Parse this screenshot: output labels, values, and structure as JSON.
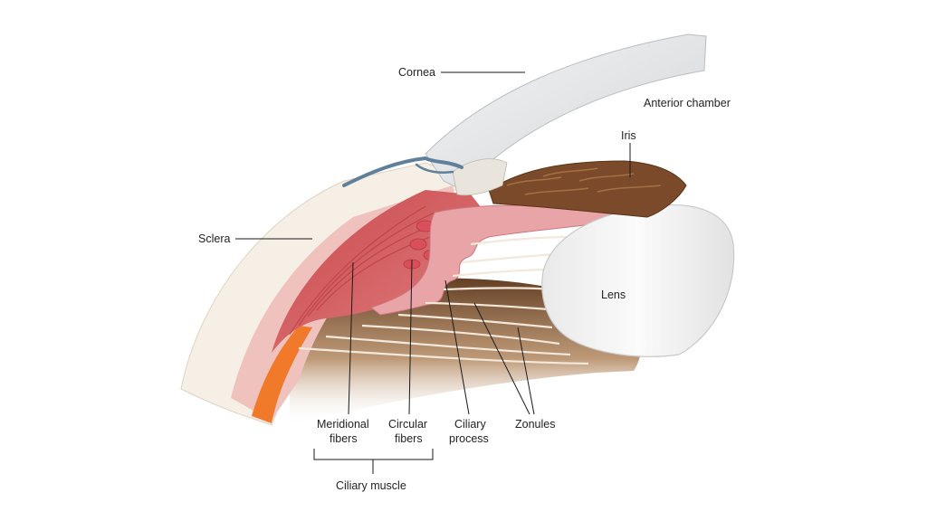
{
  "labels": {
    "cornea": "Cornea",
    "anterior_chamber": "Anterior chamber",
    "iris": "Iris",
    "sclera": "Sclera",
    "lens": "Lens",
    "meridional_1": "Meridional",
    "meridional_2": "fibers",
    "circular_1": "Circular",
    "circular_2": "fibers",
    "ciliary_process_1": "Ciliary",
    "ciliary_process_2": "process",
    "zonules": "Zonules",
    "ciliary_muscle": "Ciliary muscle"
  },
  "colors": {
    "sclera": "#f6efe6",
    "cornea": "#e4e6e8",
    "muscle": "#d9686a",
    "ciliary_body": "#e8a4a6",
    "iris": "#7a4a2a",
    "lens": "#f4f4f4",
    "background_shadow": "#a8774a",
    "vessel": "#5f7f9a",
    "orange_layer": "#f07a2a"
  }
}
